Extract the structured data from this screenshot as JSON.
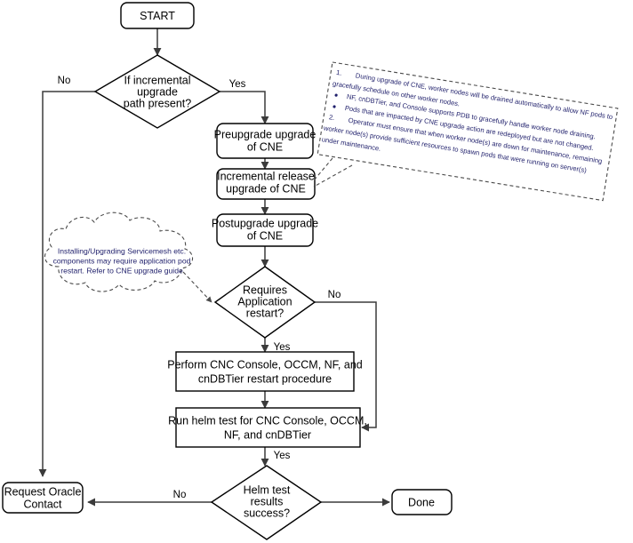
{
  "diagram": {
    "title": "CNE Incremental Upgrade Flowchart",
    "accent_color": "#3b3b3b",
    "note_text_color": "#1f1f6b",
    "background_color": "#ffffff"
  },
  "nodes": {
    "start": {
      "label": "START",
      "shape": "terminator"
    },
    "decision_incremental": {
      "line1": "If incremental",
      "line2": "upgrade",
      "line3": "path present?",
      "shape": "decision"
    },
    "preupgrade": {
      "line1": "Preupgrade upgrade",
      "line2": "of CNE",
      "shape": "rounded-process"
    },
    "incremental_release": {
      "line1": "Incremental release",
      "line2": "upgrade of CNE",
      "shape": "rounded-process"
    },
    "postupgrade": {
      "line1": "Postupgrade upgrade",
      "line2": "of CNE",
      "shape": "rounded-process"
    },
    "decision_restart": {
      "line1": "Requires",
      "line2": "Application",
      "line3": "restart?",
      "shape": "decision"
    },
    "perform_restart": {
      "line1": "Perform CNC Console, OCCM, NF, and",
      "line2": "cnDBTier restart procedure",
      "shape": "process"
    },
    "run_helm_test": {
      "line1": "Run helm test for CNC Console, OCCM,",
      "line2": "NF, and cnDBTier",
      "shape": "process"
    },
    "decision_helm": {
      "line1": "Helm test",
      "line2": "results",
      "line3": "success?",
      "shape": "decision"
    },
    "request_oracle": {
      "line1": "Request Oracle",
      "line2": "Contact",
      "shape": "terminator"
    },
    "done": {
      "label": "Done",
      "shape": "terminator"
    }
  },
  "edge_labels": {
    "incremental_no": "No",
    "incremental_yes": "Yes",
    "restart_no": "No",
    "restart_yes": "Yes",
    "helm_yes": "Yes",
    "helm_no": "No"
  },
  "cloud_note": {
    "line1": "Installing/Upgrading Servicemesh etc.",
    "line2": "components may require application pod",
    "line3": "restart. Refer to CNE upgrade guide"
  },
  "side_note": {
    "item1_number": "1.",
    "item1_line1": "During upgrade of CNE, worker nodes will be drained automatically to allow NF pods to",
    "item1_line2": "gracefully schedule on other worker nodes.",
    "bullet1": "NF, cnDBTier, and Console supports PDB to gracefully handle worker node draining.",
    "bullet2": "Pods that are impacted by CNE upgrade action are redeployed but are not changed.",
    "item2_number": "2.",
    "item2_line1": "Operator must ensure that when worker node(s) are down for maintenance, remaining",
    "item2_line2": "worker node(s)  provide sufficient resources to spawn pods that were running on server(s)",
    "item2_line3": "under maintenance."
  }
}
